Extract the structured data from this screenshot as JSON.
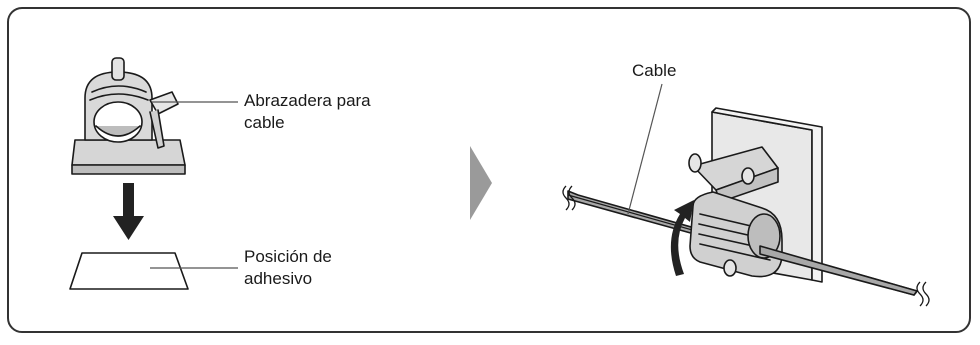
{
  "labels": {
    "clamp_line1": "Abrazadera para",
    "clamp_line2": "cable",
    "adhesive_line1": "Posición de",
    "adhesive_line2": "adhesivo",
    "cable": "Cable"
  },
  "colors": {
    "frame": "#333333",
    "arrow_gray": "#9a9a9a",
    "clamp_gray": "#cfcfcf",
    "cable_gray": "#a8a8a8",
    "dark_arrow": "#222222"
  }
}
